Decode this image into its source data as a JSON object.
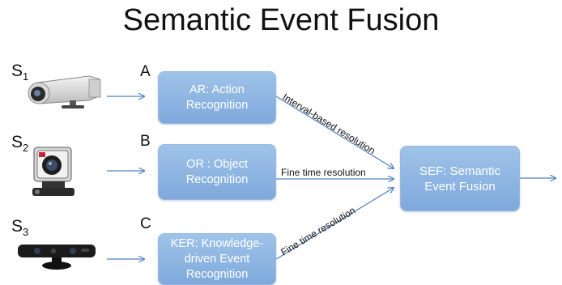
{
  "title": "Semantic Event Fusion",
  "sensors": [
    {
      "base": "S",
      "sub": "1",
      "device": "camera-icon"
    },
    {
      "base": "S",
      "sub": "2",
      "device": "action-camera-icon"
    },
    {
      "base": "S",
      "sub": "3",
      "device": "depth-sensor-icon"
    }
  ],
  "letters": [
    "A",
    "B",
    "C"
  ],
  "modules": {
    "ar": "AR: Action Recognition",
    "or": "OR : Object Recognition",
    "ker": "KER: Knowledge-driven Event Recognition",
    "sef": "SEF: Semantic Event Fusion"
  },
  "edge_labels": {
    "ar_sef": "Interval-based  resolution",
    "or_sef": "Fine time resolution",
    "ker_sef": "Fine time resolution"
  },
  "colors": {
    "box_fill": "#8db5e2",
    "arrow": "#4f7fc0"
  }
}
